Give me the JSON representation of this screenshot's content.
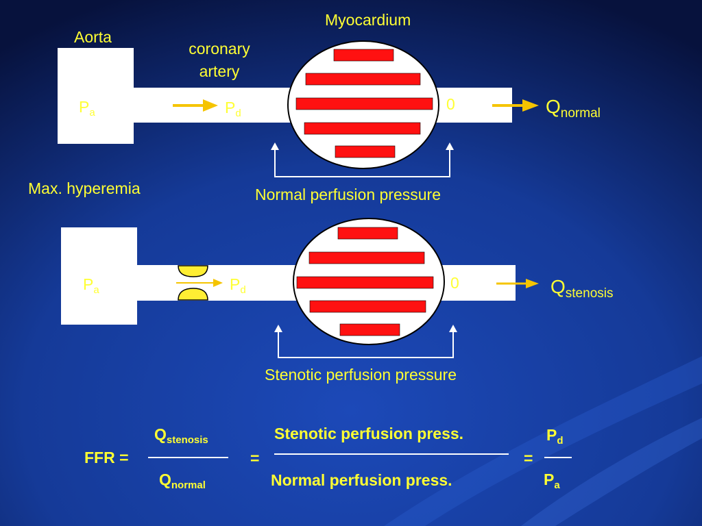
{
  "top": {
    "myocardium": "Myocardium",
    "aorta": "Aorta",
    "coronary_line1": "coronary",
    "coronary_line2": "artery",
    "pa_main": "P",
    "pa_sub": "a",
    "pd_main": "P",
    "pd_sub": "d",
    "zero": "0",
    "q_main": "Q",
    "q_sub": "normal",
    "pressure_label": "Normal perfusion pressure"
  },
  "condition_label": "Max. hyperemia",
  "bottom": {
    "pa_main": "P",
    "pa_sub": "a",
    "pd_main": "P",
    "pd_sub": "d",
    "zero": "0",
    "q_main": "Q",
    "q_sub": "stenosis",
    "pressure_label": "Stenotic perfusion pressure"
  },
  "formula": {
    "ffr": "FFR =",
    "num1_main": "Q",
    "num1_sub": "stenosis",
    "den1_main": "Q",
    "den1_sub": "normal",
    "eq1": "=",
    "num2": "Stenotic perfusion press.",
    "den2": "Normal perfusion press.",
    "eq2": "=",
    "num3_main": "P",
    "num3_sub": "d",
    "den3_main": "P",
    "den3_sub": "a"
  },
  "colors": {
    "text": "#ffff33",
    "muscle": "#ff1111",
    "arrow": "#f5c400",
    "stenosis": "#ffee33"
  }
}
